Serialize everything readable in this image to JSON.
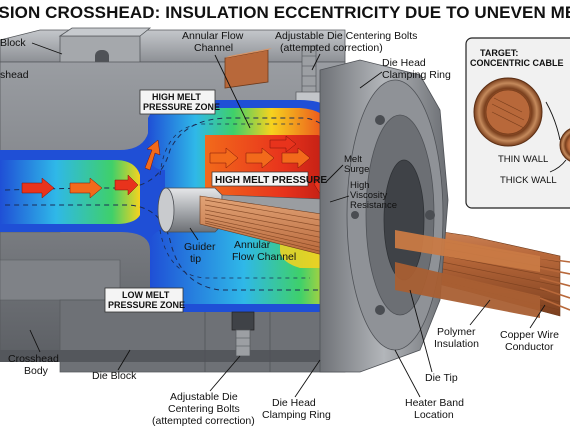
{
  "title": "USION CROSSHEAD: INSULATION ECCENTRICITY DUE TO UNEVEN MELT FLOW",
  "labels": {
    "die_block_top": "Block",
    "crosshead_top": "shead",
    "annular_flow_top_1": "Annular Flow",
    "annular_flow_top_2": "Channel",
    "bolts_top_1": "Adjustable Die Centering Bolts",
    "bolts_top_2": "(attempted correction)",
    "clamp_top_1": "Die Head",
    "clamp_top_2": "Clamping Ring",
    "high_zone_1": "HIGH MELT",
    "high_zone_2": "PRESSURE ZONE",
    "high_pressure": "HIGH MELT PRESSURE",
    "melt_surge_1": "Melt",
    "melt_surge_2": "Surge",
    "viscosity_1": "High",
    "viscosity_2": "Viscosity",
    "viscosity_3": "Resistance",
    "guider_1": "Guider",
    "guider_2": "tip",
    "annular_mid_1": "Annular",
    "annular_mid_2": "Flow Channel",
    "low_zone_1": "LOW MELT",
    "low_zone_2": "PRESSURE ZONE",
    "crosshead_body_1": "Crosshead",
    "crosshead_body_2": "Body",
    "die_block_bottom": "Die Block",
    "bolts_bottom_1": "Adjustable Die",
    "bolts_bottom_2": "Centering Bolts",
    "bolts_bottom_3": "(attempted correction)",
    "clamp_bottom_1": "Die Head",
    "clamp_bottom_2": "Clamping Ring",
    "heater_1": "Heater Band",
    "heater_2": "Location",
    "die_tip": "Die Tip",
    "polymer_1": "Polymer",
    "polymer_2": "Insulation",
    "copper_1": "Copper Wire",
    "copper_2": "Conductor"
  },
  "inset": {
    "target_1": "TARGET:",
    "target_2": "CONCENTRIC CABLE",
    "thin_wall": "THIN WALL",
    "thick_wall": "THICK WALL"
  },
  "colors": {
    "steel": "#8a8d92",
    "steel_dark": "#5f6267",
    "steel_light": "#b9bcc0",
    "melt_hot": "#e8331c",
    "melt_warm": "#f7d21e",
    "melt_mid": "#3fd06a",
    "melt_cool": "#1f4fd6",
    "copper": "#b8683a",
    "insulation": "#c97a45"
  }
}
